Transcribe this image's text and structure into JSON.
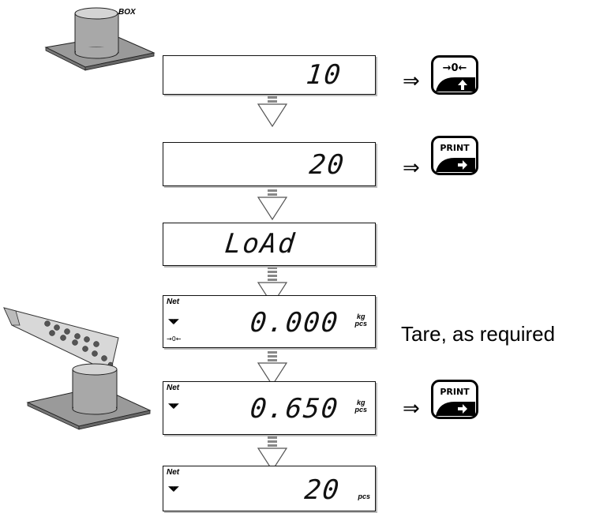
{
  "box_label": "BOX",
  "displays": [
    {
      "value": "10"
    },
    {
      "value": "20"
    },
    {
      "value": "LoAd"
    },
    {
      "value": "0.000",
      "net": "Net",
      "unit_top": "kg",
      "unit_bottom": "pcs"
    },
    {
      "value": "0.650",
      "net": "Net",
      "unit_top": "kg",
      "unit_bottom": "pcs"
    },
    {
      "value": "20",
      "net": "Net",
      "unit_bottom": "pcs"
    }
  ],
  "implies_symbol": "⇒",
  "keys": {
    "tare_key": {
      "label": "→0←",
      "sub_icon": "up-arrow-icon"
    },
    "print_key": {
      "label": "PRINT",
      "sub_icon": "right-arrow-icon"
    }
  },
  "tare_note": "Tare, as required"
}
